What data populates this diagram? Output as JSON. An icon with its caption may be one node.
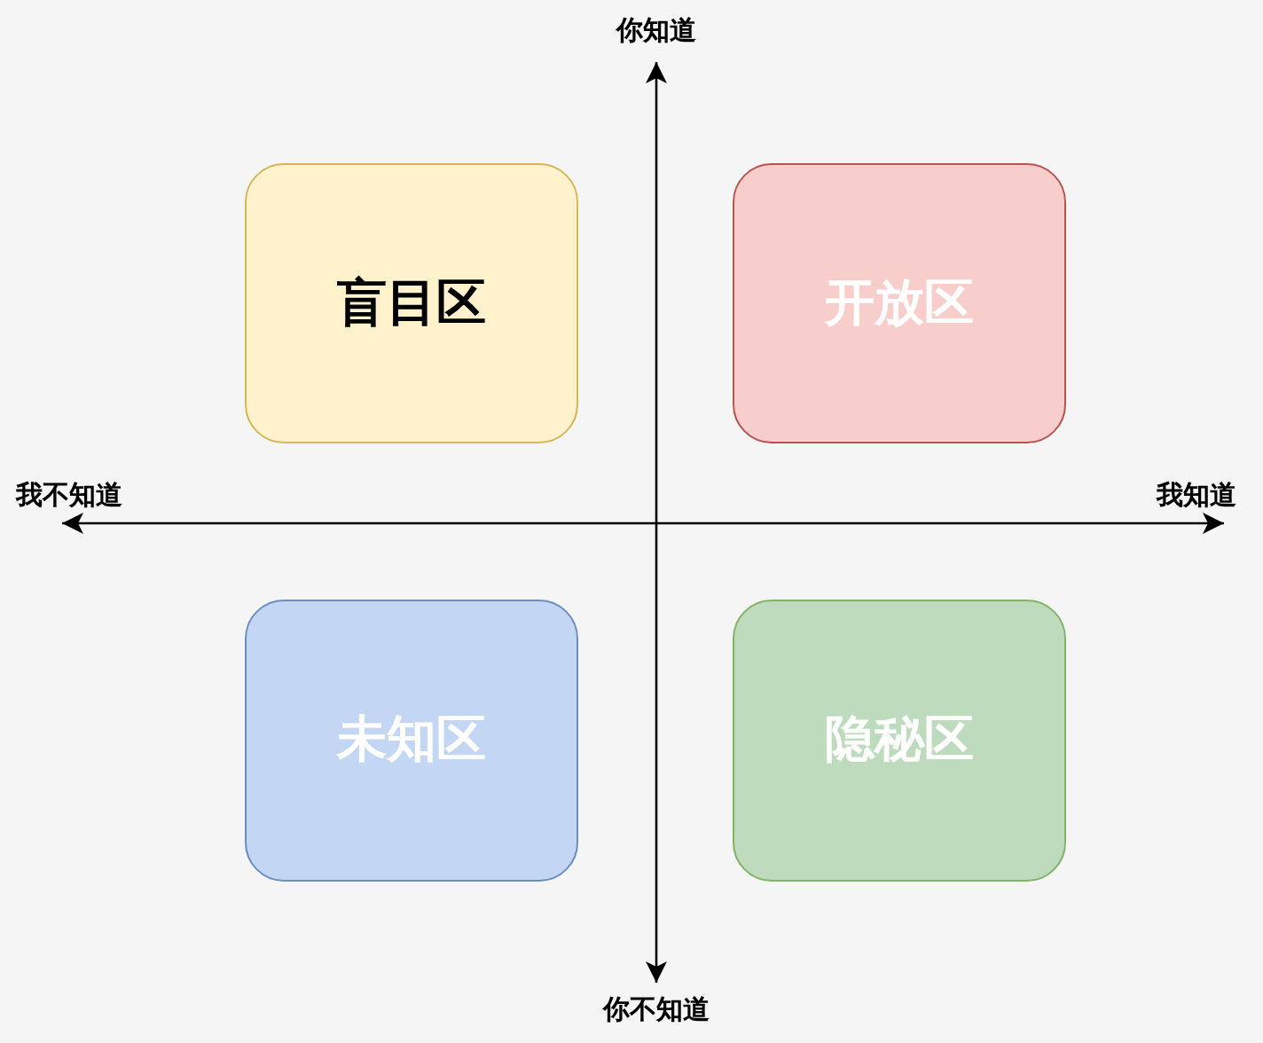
{
  "diagram": {
    "nodes": [
      {
        "text": [
          "盲目区"
        ]
      },
      {
        "text": [
          "开放区"
        ]
      },
      {
        "text": [
          "未知区"
        ]
      },
      {
        "text": [
          "隐秘区"
        ]
      }
    ],
    "labels": [
      "你知道",
      "我不知道",
      "我知道",
      "你不知道"
    ]
  }
}
